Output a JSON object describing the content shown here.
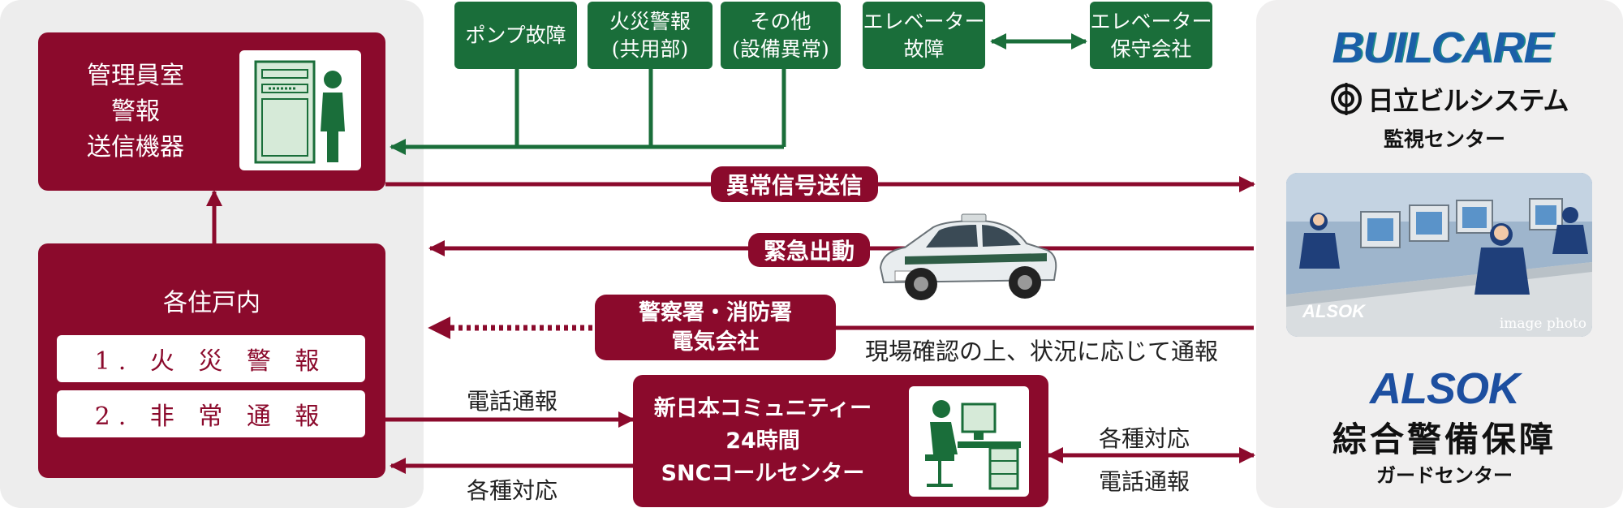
{
  "left_panel": {
    "alarm_device": {
      "lines": [
        "管理員室",
        "警報",
        "送信機器"
      ]
    },
    "residences": {
      "title": "各住戸内",
      "items": [
        "1. 火 災 警 報",
        "2. 非 常 通 報"
      ]
    }
  },
  "sources": [
    {
      "lines": [
        "ポンプ故障"
      ]
    },
    {
      "lines": [
        "火災警報",
        "(共用部)"
      ]
    },
    {
      "lines": [
        "その他",
        "(設備異常)"
      ]
    }
  ],
  "elevator": {
    "fault": {
      "lines": [
        "エレベーター",
        "故障"
      ]
    },
    "company": {
      "lines": [
        "エレベーター",
        "保守会社"
      ]
    }
  },
  "flows": {
    "signal": "異常信号送信",
    "dispatch": "緊急出動",
    "police": {
      "lines": [
        "警察署・消防署",
        "電気会社"
      ]
    },
    "confirm_note": "現場確認の上、状況に応じて通報",
    "phone_report": "電話通報",
    "various_response": "各種対応",
    "right_upper": "各種対応",
    "right_lower": "電話通報"
  },
  "call_center": {
    "lines": [
      "新日本コミュニティー",
      "24時間",
      "SNCコールセンター"
    ]
  },
  "right_panel": {
    "buil_logo": "BUILCARE",
    "hitachi_logo": "日立ビルシステム",
    "monitor_center": "監視センター",
    "photo_caption": "image photo",
    "photo_logo": "ALSOK",
    "alsok_logo": "ALSOK",
    "alsok_company": "綜合警備保障",
    "guard_center": "ガードセンター"
  },
  "colors": {
    "maroon": "#8b0a2c",
    "green": "#1a6e3a",
    "panel": "#ededed",
    "buil_blue": "#1b5fa8",
    "buil_teal": "#1c8a8a",
    "alsok_blue": "#1d4fa0"
  }
}
